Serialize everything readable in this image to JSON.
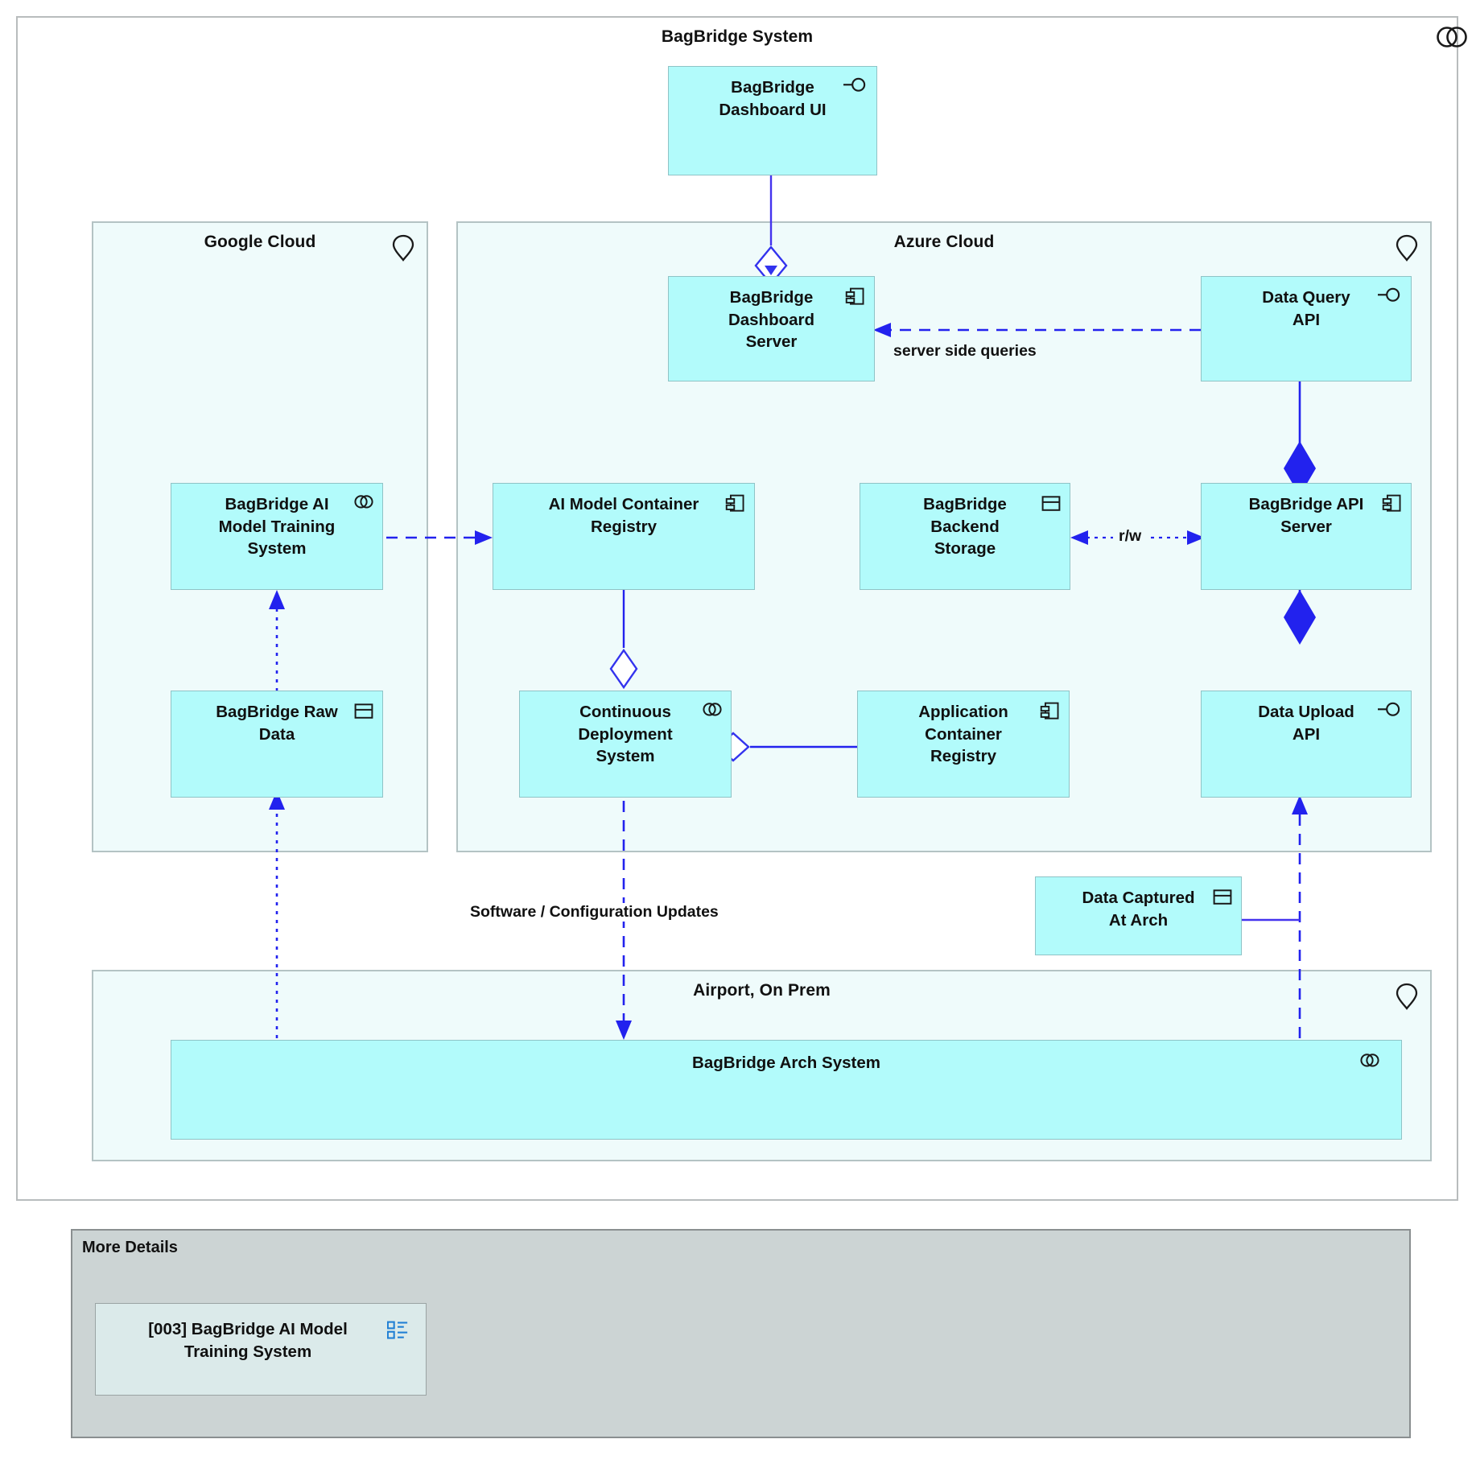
{
  "diagram": {
    "title": "BagBridge System",
    "title_icon": "system-icon"
  },
  "regions": [
    {
      "id": "google-cloud",
      "label": "Google Cloud",
      "icon": "location-pin-icon"
    },
    {
      "id": "azure-cloud",
      "label": "Azure Cloud",
      "icon": "location-pin-icon"
    },
    {
      "id": "airport-on-prem",
      "label": "Airport, On Prem",
      "icon": "location-pin-icon"
    }
  ],
  "nodes": [
    {
      "id": "bagbridge-dashboard-ui",
      "label": "BagBridge\nDashboard UI",
      "icon": "interface-lollipop-icon"
    },
    {
      "id": "bagbridge-dashboard-server",
      "label": "BagBridge\nDashboard\nServer",
      "icon": "component-icon"
    },
    {
      "id": "data-query-api",
      "label": "Data Query\nAPI",
      "icon": "interface-lollipop-icon"
    },
    {
      "id": "bagbridge-ai-model-training-system",
      "label": "BagBridge AI\nModel Training\nSystem",
      "icon": "system-icon"
    },
    {
      "id": "ai-model-container-registry",
      "label": "AI Model Container\nRegistry",
      "icon": "component-icon"
    },
    {
      "id": "bagbridge-backend-storage",
      "label": "BagBridge\nBackend\nStorage",
      "icon": "artifact-icon"
    },
    {
      "id": "bagbridge-api-server",
      "label": "BagBridge API\nServer",
      "icon": "component-icon"
    },
    {
      "id": "bagbridge-raw-data",
      "label": "BagBridge Raw\nData",
      "icon": "artifact-icon"
    },
    {
      "id": "continuous-deployment-system",
      "label": "Continuous\nDeployment\nSystem",
      "icon": "system-icon"
    },
    {
      "id": "application-container-registry",
      "label": "Application\nContainer\nRegistry",
      "icon": "component-icon"
    },
    {
      "id": "data-upload-api",
      "label": "Data Upload\nAPI",
      "icon": "interface-lollipop-icon"
    },
    {
      "id": "data-captured-at-arch",
      "label": "Data Captured\nAt Arch",
      "icon": "artifact-icon"
    },
    {
      "id": "bagbridge-arch-system",
      "label": "BagBridge Arch System",
      "icon": "system-icon"
    }
  ],
  "edge_labels": {
    "server_side_queries": "server side queries",
    "read_write": "r/w",
    "software_configuration_updates": "Software / Configuration Updates"
  },
  "details": {
    "title": "More Details",
    "cards": [
      {
        "id": "detail-003",
        "label": "[003] BagBridge AI Model\nTraining System",
        "icon": "list-properties-icon"
      }
    ]
  },
  "colors": {
    "node_fill": "#b2fbfb",
    "node_border": "#8fc3c6",
    "region_fill": "#effbfb",
    "region_border": "#b4c3c4",
    "frame_border": "#b8bcbd",
    "connector": "#2222ee",
    "details_panel_fill": "#ccd4d4",
    "details_card_fill": "#dbeaea",
    "detail_icon": "#1f7fd4"
  }
}
